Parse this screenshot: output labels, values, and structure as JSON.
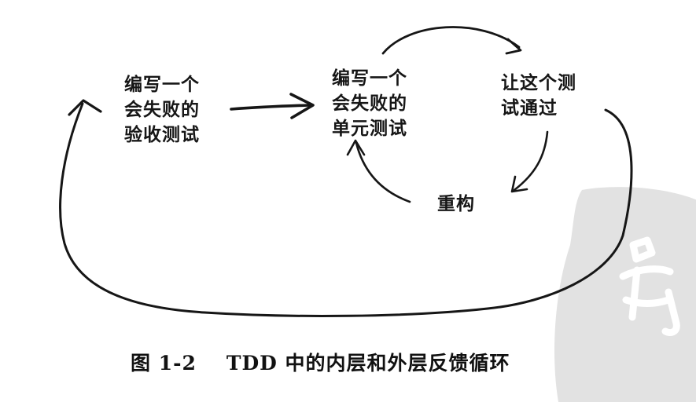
{
  "figure": {
    "number": "图 1-2",
    "caption": "TDD 中的内层和外层反馈循环"
  },
  "diagram": {
    "nodes": [
      {
        "id": "acceptance-test",
        "lines": [
          "编写一个",
          "会失败的",
          "验收测试"
        ]
      },
      {
        "id": "unit-test",
        "lines": [
          "编写一个",
          "会失败的",
          "单元测试"
        ]
      },
      {
        "id": "make-pass",
        "lines": [
          "让这个测",
          "试通过"
        ]
      },
      {
        "id": "refactor",
        "lines": [
          "重构"
        ]
      }
    ],
    "loops": [
      {
        "name": "inner",
        "sequence": [
          "unit-test",
          "make-pass",
          "refactor",
          "unit-test"
        ]
      },
      {
        "name": "outer",
        "sequence": [
          "acceptance-test",
          "unit-test",
          "make-pass",
          "acceptance-test"
        ]
      }
    ]
  },
  "colors": {
    "ink": "#161616",
    "watermark": "#dcdcdc",
    "background": "#ffffff"
  }
}
